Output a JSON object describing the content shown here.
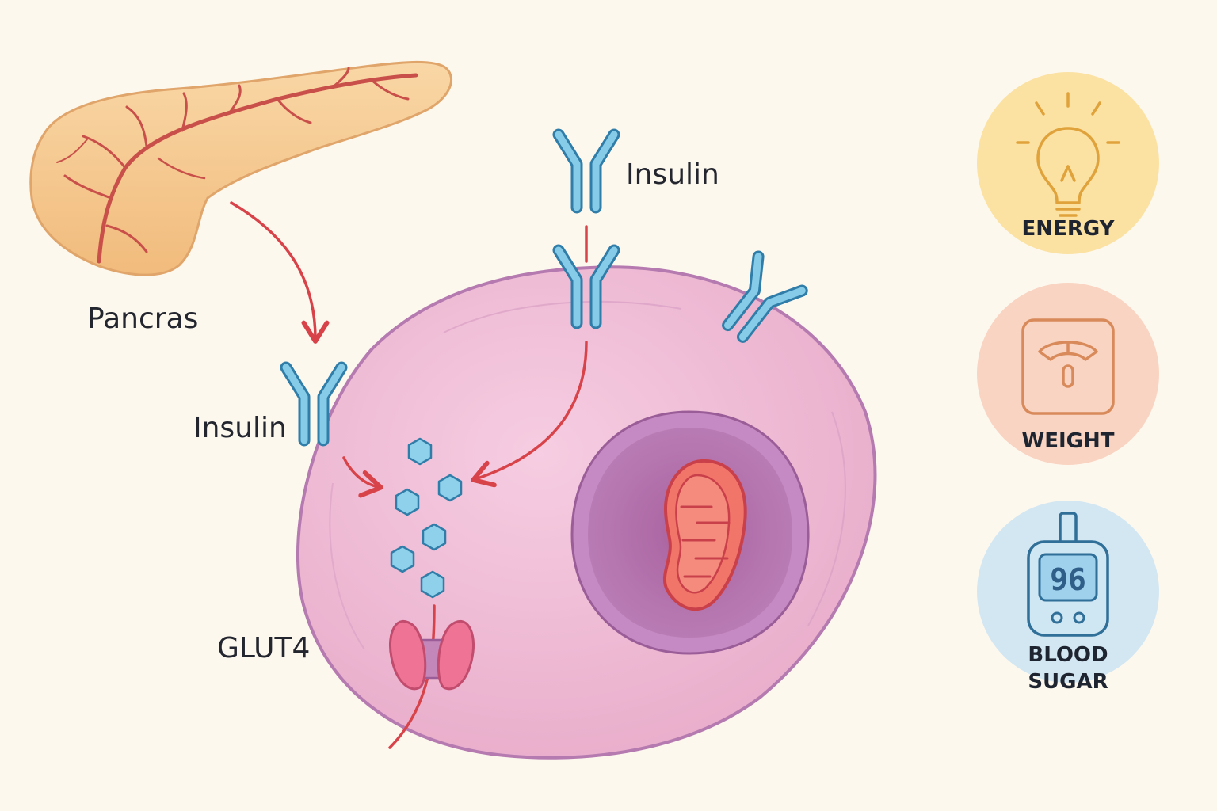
{
  "labels": {
    "pancreas": "Pancras",
    "insulin_top": "Insulin",
    "insulin_left": "Insulin",
    "glut4": "GLUT4"
  },
  "badges": [
    {
      "label": "ENERGY",
      "icon": "lightbulb-icon",
      "bg": "#fbe2a3",
      "stroke": "#e0a23a"
    },
    {
      "label": "WEIGHT",
      "icon": "scale-icon",
      "bg": "#f9d4c2",
      "stroke": "#d88a5a"
    },
    {
      "label_lines": [
        "BLOOD",
        "SUGAR"
      ],
      "icon": "glucometer-icon",
      "reading": "96",
      "bg": "#d3e7f3",
      "stroke": "#3a8ab8"
    }
  ],
  "colors": {
    "background": "#fdf8ee",
    "cell_fill": "#eeb6d3",
    "cell_stroke": "#b57ab0",
    "nucleus_fill": "#b474b0",
    "mitochondrion_fill": "#f2756a",
    "pancreas_fill": "#f6c98e",
    "receptor": "#7cc4e4",
    "receptor_stroke": "#2f7da8",
    "glucose": "#8fd0ea",
    "arrow": "#d8434a"
  }
}
